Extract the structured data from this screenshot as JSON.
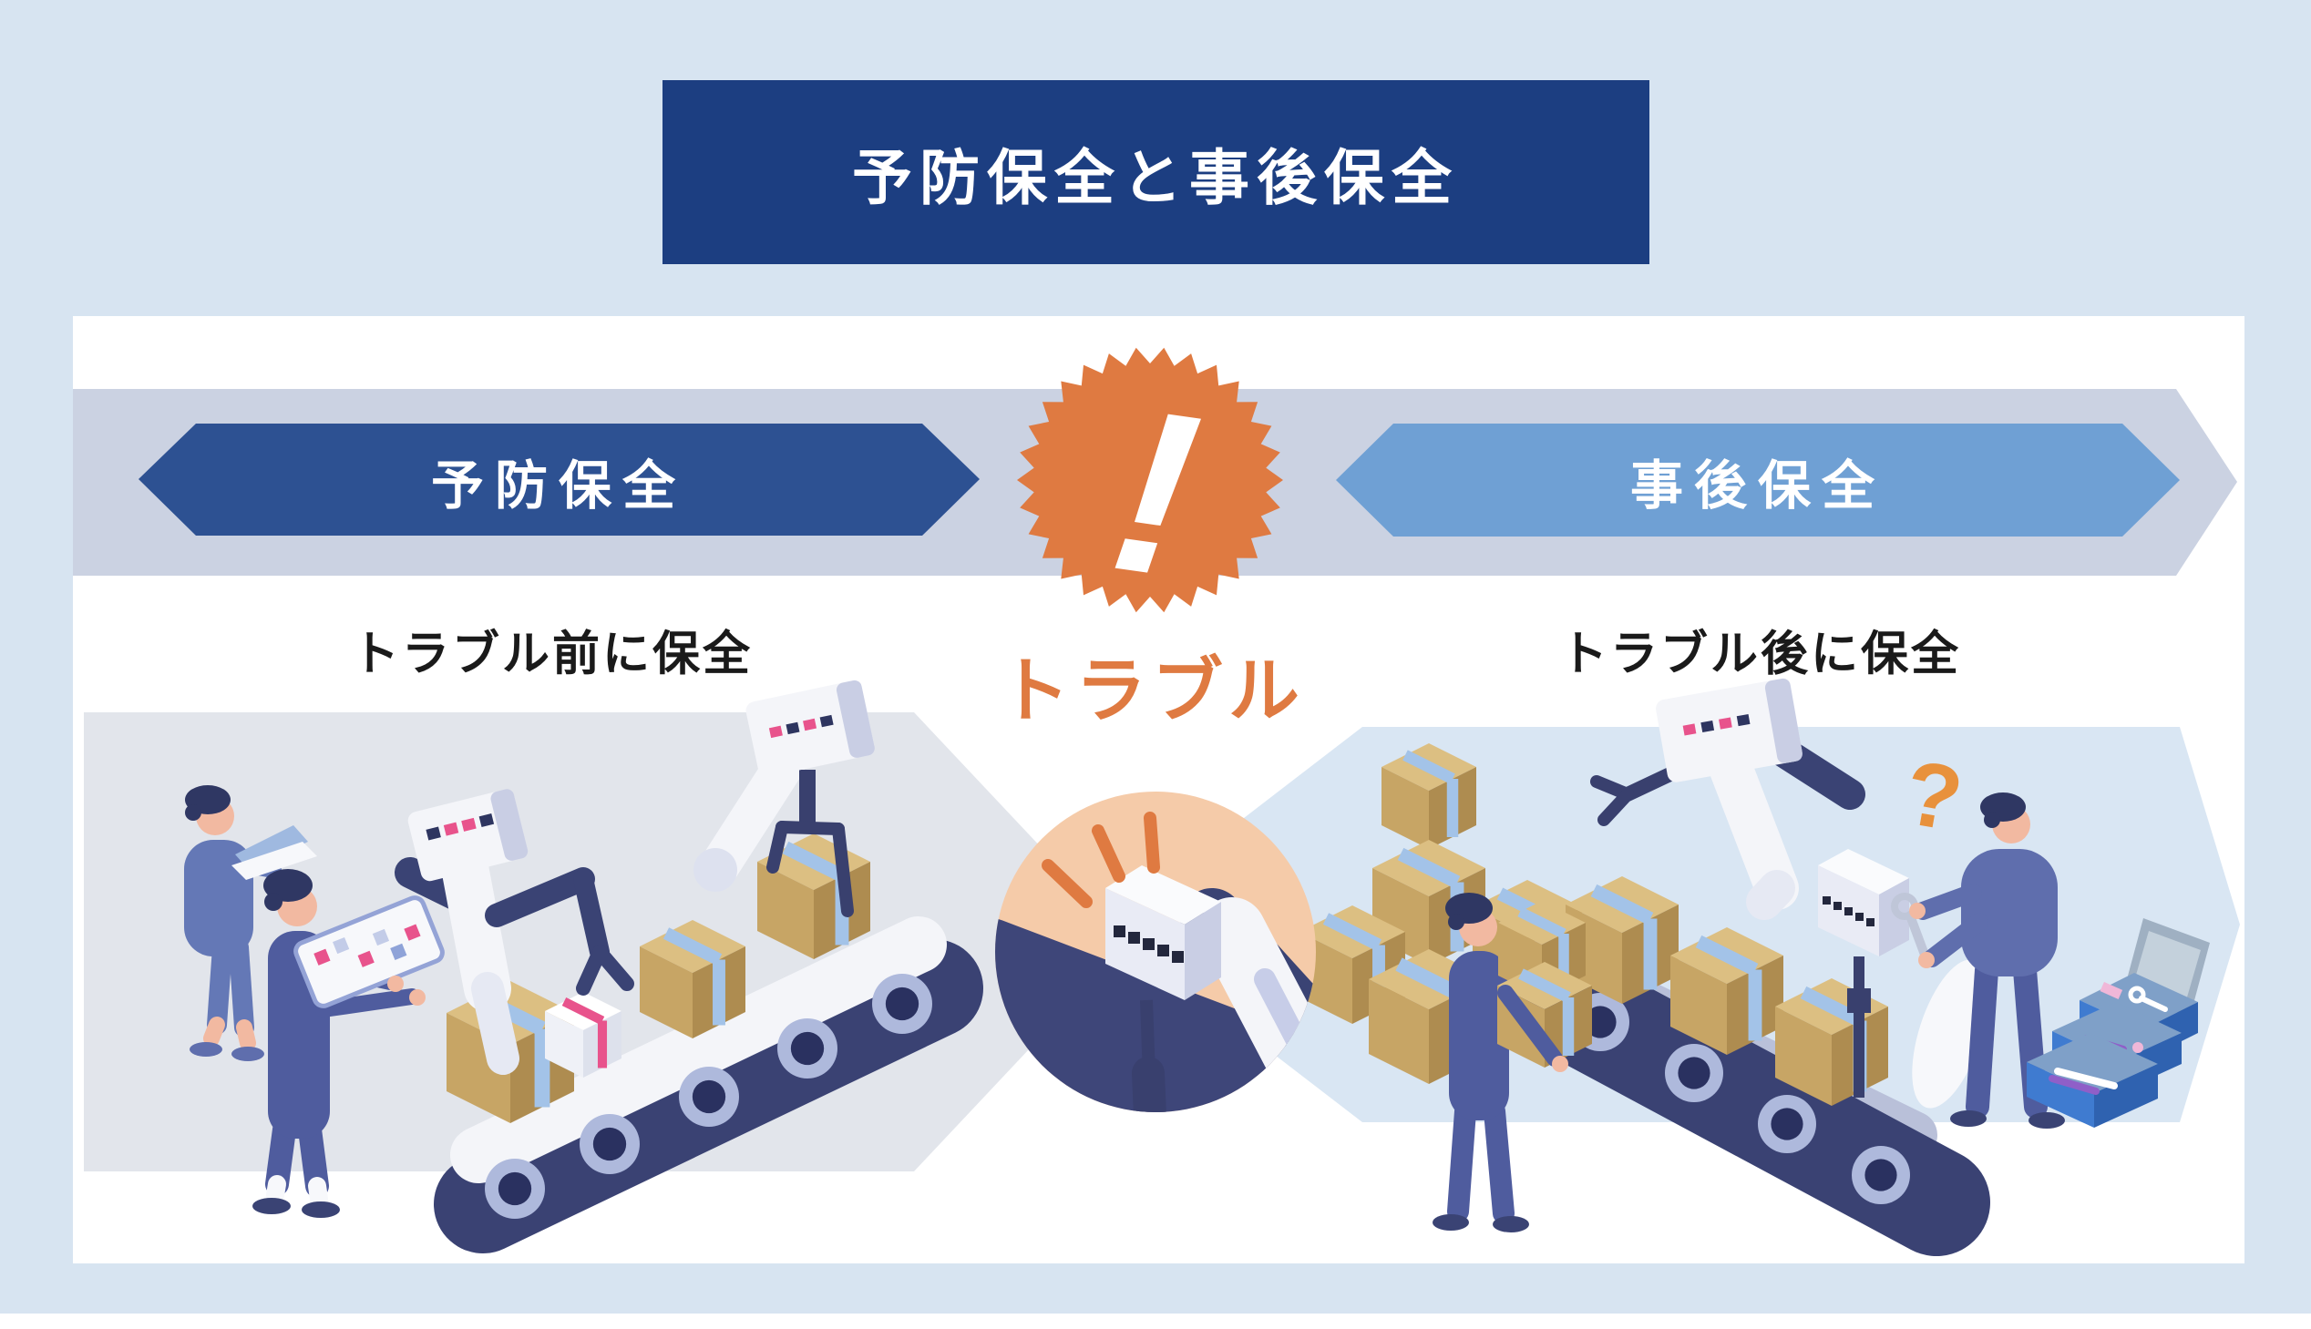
{
  "title": {
    "text": "予防保全と事後保全"
  },
  "flow": {
    "preventive_label": "予防保全",
    "corrective_label": "事後保全",
    "badge_glyph": "!",
    "badge_caption": "トラブル"
  },
  "scenes": {
    "left_caption": "トラブル前に保全",
    "right_caption": "トラブル後に保全",
    "question_glyph": "?"
  },
  "colors": {
    "page_bg": "#D7E4F1",
    "surface": "#FFFFFF",
    "title_navy": "#1C3E81",
    "preventive_navy": "#2D5192",
    "corrective_blue": "#6FA0D4",
    "band_gray": "#CBD2E2",
    "panel_left_gray": "#E2E5EB",
    "panel_right_blue": "#D9E6F3",
    "alert_orange": "#DF7A41",
    "closeup_peach": "#F5CBA9",
    "text_ink": "#1A1A1A"
  }
}
